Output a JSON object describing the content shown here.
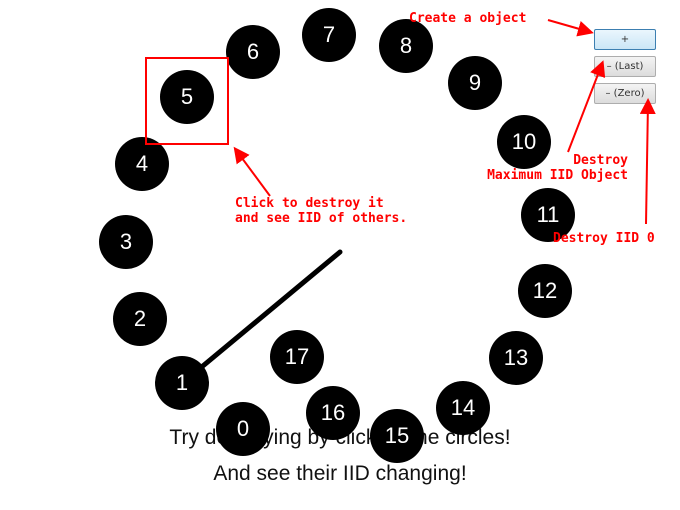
{
  "circles": [
    {
      "label": "0"
    },
    {
      "label": "1"
    },
    {
      "label": "2"
    },
    {
      "label": "3"
    },
    {
      "label": "4"
    },
    {
      "label": "5"
    },
    {
      "label": "6"
    },
    {
      "label": "7"
    },
    {
      "label": "8"
    },
    {
      "label": "9"
    },
    {
      "label": "10"
    },
    {
      "label": "11"
    },
    {
      "label": "12"
    },
    {
      "label": "13"
    },
    {
      "label": "14"
    },
    {
      "label": "15"
    },
    {
      "label": "16"
    },
    {
      "label": "17"
    }
  ],
  "instructions": {
    "line1": "Try destroying by clicking the circles!",
    "line2": "And see their IID changing!"
  },
  "buttons": {
    "create": "+",
    "destroy_last": "– (Last)",
    "destroy_zero": "– (Zero)"
  },
  "annotations": {
    "create": "Create a object",
    "click_destroy": "Click to destroy it\nand see IID of others.",
    "destroy_max": "Destroy\nMaximum IID Object",
    "destroy_zero": "Destroy IID 0"
  },
  "colors": {
    "annotation": "#ff0000",
    "circle": "#000000",
    "circle_text": "#ffffff"
  }
}
